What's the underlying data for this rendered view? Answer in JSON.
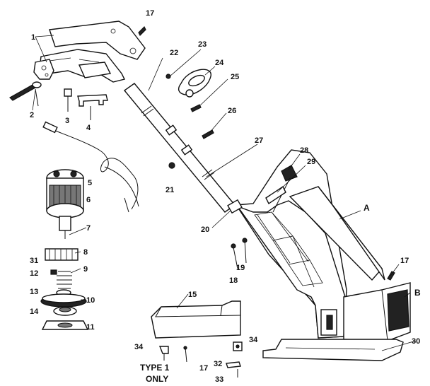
{
  "labels": {
    "p1": "1",
    "p2": "2",
    "p3": "3",
    "p4": "4",
    "p5": "5",
    "p6": "6",
    "p7": "7",
    "p8": "8",
    "p9": "9",
    "p10": "10",
    "p11": "11",
    "p12": "12",
    "p13": "13",
    "p14": "14",
    "p15": "15",
    "p17a": "17",
    "p17b": "17",
    "p17c": "17",
    "p18": "18",
    "p19": "19",
    "p20": "20",
    "p21": "21",
    "p22": "22",
    "p23": "23",
    "p24": "24",
    "p25": "25",
    "p26": "26",
    "p27": "27",
    "p28": "28",
    "p29": "29",
    "p30": "30",
    "p31": "31",
    "p32": "32",
    "p33": "33",
    "p34a": "34",
    "p34b": "34",
    "pA": "A",
    "pB": "B",
    "type1_line1": "TYPE 1",
    "type1_line2": "ONLY"
  }
}
